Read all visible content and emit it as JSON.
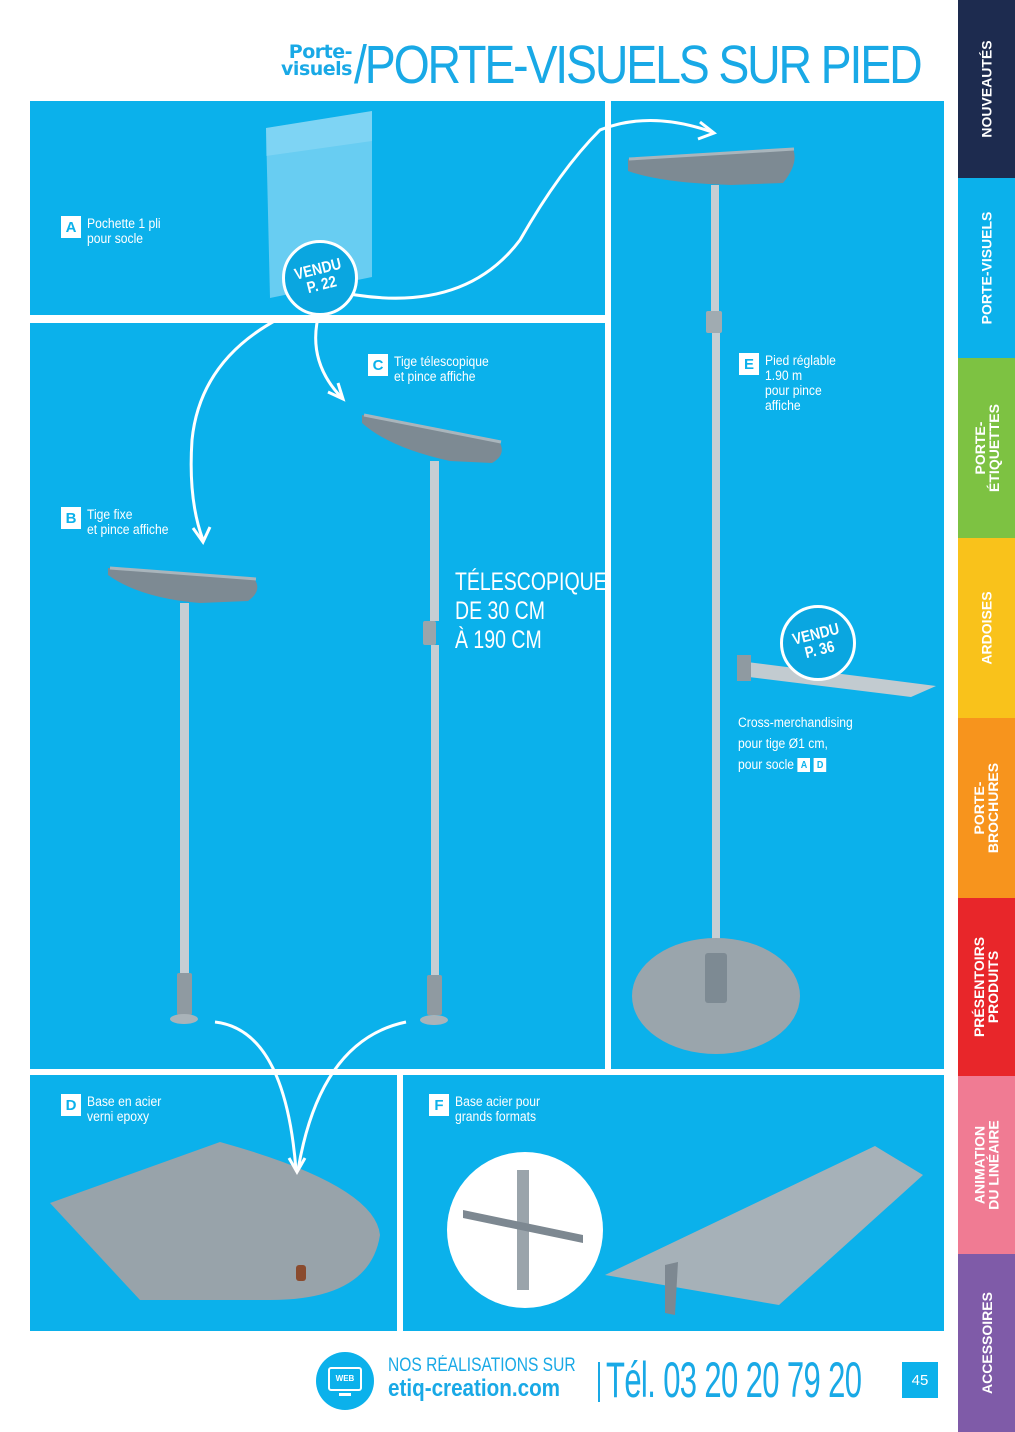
{
  "header": {
    "brand_line1": "Porte-",
    "brand_line2": "visuels",
    "title": "/PORTE-VISUELS SUR PIED"
  },
  "panels": {
    "a": {
      "letter": "A",
      "line1": "Pochette 1 pli",
      "line2": "pour socle"
    },
    "b": {
      "letter": "B",
      "line1": "Tige fixe",
      "line2": "et pince affiche"
    },
    "c": {
      "letter": "C",
      "line1": "Tige télescopique",
      "line2": "et pince affiche"
    },
    "d": {
      "letter": "D",
      "line1": "Base en acier",
      "line2": "verni epoxy"
    },
    "e": {
      "letter": "E",
      "line1": "Pied réglable",
      "line2": "1.90 m",
      "line3": "pour pince",
      "line4": "affiche"
    },
    "f": {
      "letter": "F",
      "line1": "Base acier pour",
      "line2": "grands formats"
    }
  },
  "telescopic": {
    "line1": "TÉLESCOPIQUE",
    "line2": "DE 30 CM",
    "line3": "À 190 CM"
  },
  "badges": {
    "b1": {
      "line1": "VENDU",
      "line2": "P. 22"
    },
    "b2": {
      "line1": "VENDU",
      "line2": "P. 36"
    }
  },
  "cross": {
    "line1": "Cross-merchandising",
    "line2": "pour tige Ø1 cm,",
    "line3": "pour socle",
    "tag1": "A",
    "tag2": "D"
  },
  "sidebar": [
    {
      "label": "NOUVEAUTÉS",
      "color": "#1d2b4f"
    },
    {
      "label": "PORTE-VISUELS",
      "color": "#0bb1eb"
    },
    {
      "label": "PORTE-\nÉTIQUETTES",
      "color": "#7dc242"
    },
    {
      "label": "ARDOISES",
      "color": "#f9c21b"
    },
    {
      "label": "PORTE-\nBROCHURES",
      "color": "#f7941d"
    },
    {
      "label": "PRÉSENTOIRS\nPRODUITS",
      "color": "#e8262a"
    },
    {
      "label": "ANIMATION\nDU LINÉAIRE",
      "color": "#f07b93"
    },
    {
      "label": "ACCESSOIRES",
      "color": "#7f5ba8"
    }
  ],
  "footer": {
    "web_label": "WEB",
    "line1": "NOS RÉALISATIONS SUR",
    "site": "etiq-creation.com",
    "tel": "Tél. 03 20 20 79 20",
    "page": "45"
  }
}
